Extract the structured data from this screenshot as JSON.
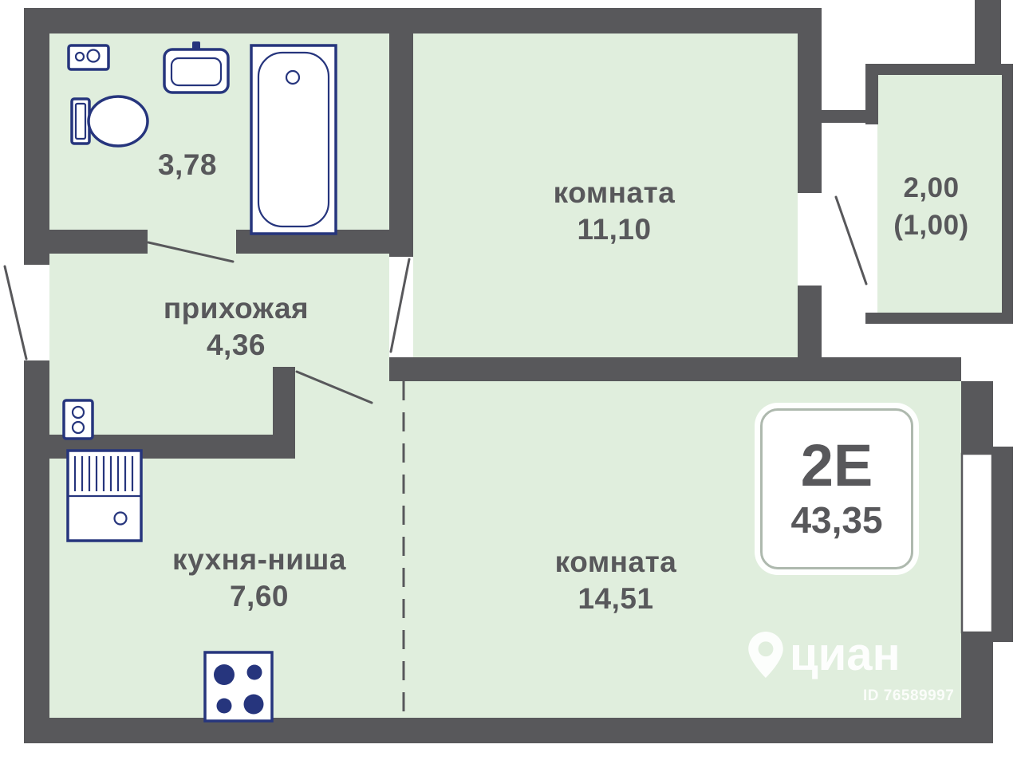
{
  "rooms": {
    "bathroom": {
      "area": "3,78"
    },
    "hallway": {
      "label": "прихожая",
      "area": "4,36"
    },
    "room_top": {
      "label": "комната",
      "area": "11,10"
    },
    "balcony": {
      "area": "2,00",
      "area_alt": "(1,00)"
    },
    "kitchen": {
      "label": "кухня-ниша",
      "area": "7,60"
    },
    "room_bottom": {
      "label": "комната",
      "area": "14,51"
    }
  },
  "badge": {
    "layout_type": "2Е",
    "total_area": "43,35"
  },
  "watermark": {
    "brand": "циан",
    "listing_id": "ID 76589997"
  },
  "colors": {
    "wall": "#58585b",
    "room_fill": "#e0eedd",
    "fixture": "#26357d",
    "label_text": "#58585b"
  }
}
